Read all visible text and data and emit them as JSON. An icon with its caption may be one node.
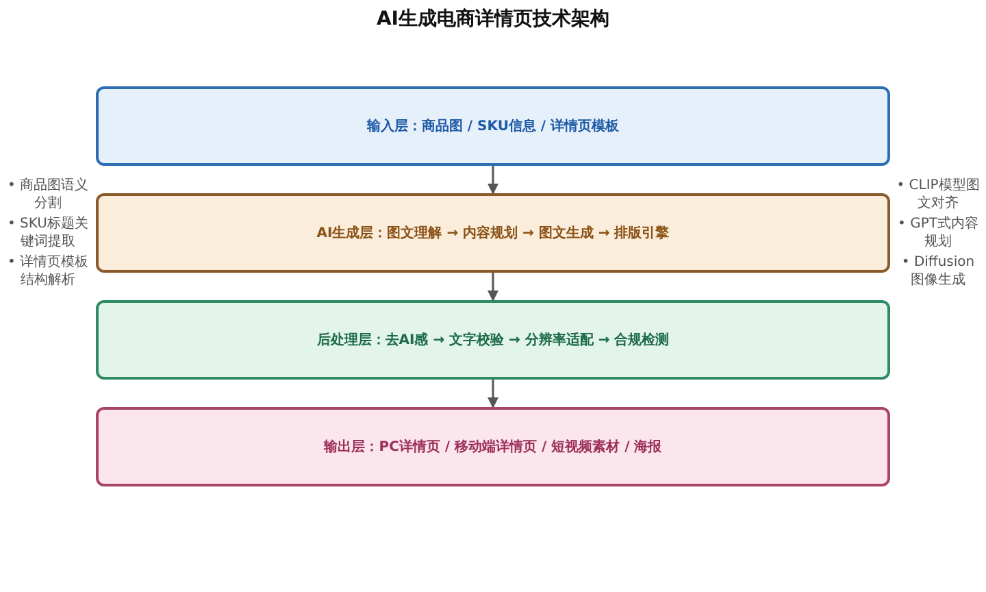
{
  "diagram": {
    "title": "AI生成电商详情页技术架构",
    "nodes": [
      {
        "text": [
          "输入层：商品图 / SKU信息 / 详情页模板"
        ]
      },
      {
        "text": [
          "AI生成层：图文理解 → 内容规划 → 图文生成 → 排版引擎"
        ],
        "beside": [
          "• 商品图语义分割",
          "• SKU标题关键词提取",
          "• 详情页模板结构解析",
          "• CLIP模型图文对齐",
          "• GPT式内容规划",
          "• Diffusion图像生成"
        ]
      },
      {
        "text": [
          "后处理层：去AI感 → 文字校验 → 分辨率适配 → 合规检测"
        ]
      },
      {
        "text": [
          "输出层：PC详情页 / 移动端详情页 / 短视频素材 / 海报"
        ]
      }
    ],
    "edges": [
      {
        "from": 0,
        "to": 1,
        "arrow": "to"
      },
      {
        "from": 1,
        "to": 2,
        "arrow": "to"
      },
      {
        "from": 2,
        "to": 3,
        "arrow": "to"
      }
    ]
  }
}
